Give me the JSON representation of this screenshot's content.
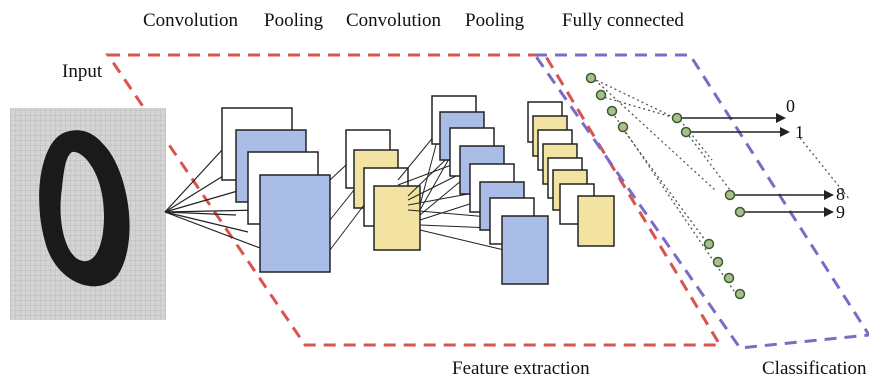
{
  "labels": {
    "convolution_1": "Convolution",
    "pooling_1": "Pooling",
    "convolution_2": "Convolution",
    "pooling_2": "Pooling",
    "fully_connected": "Fully connected",
    "input": "Input",
    "feature_extraction": "Feature extraction",
    "classification": "Classification",
    "out_0": "0",
    "out_1": "1",
    "out_8": "8",
    "out_9": "9"
  },
  "colors": {
    "blue_map": "#a9bde6",
    "yellow_map": "#f3e3a2",
    "map_stroke": "#222222",
    "feature_region": "#d9534f",
    "classification_region": "#7a6cc4",
    "neuron_fill": "#a8c08c",
    "neuron_stroke": "#3e5a2e",
    "input_bg": "#d4d4d4",
    "digit": "#1a1a1a"
  }
}
